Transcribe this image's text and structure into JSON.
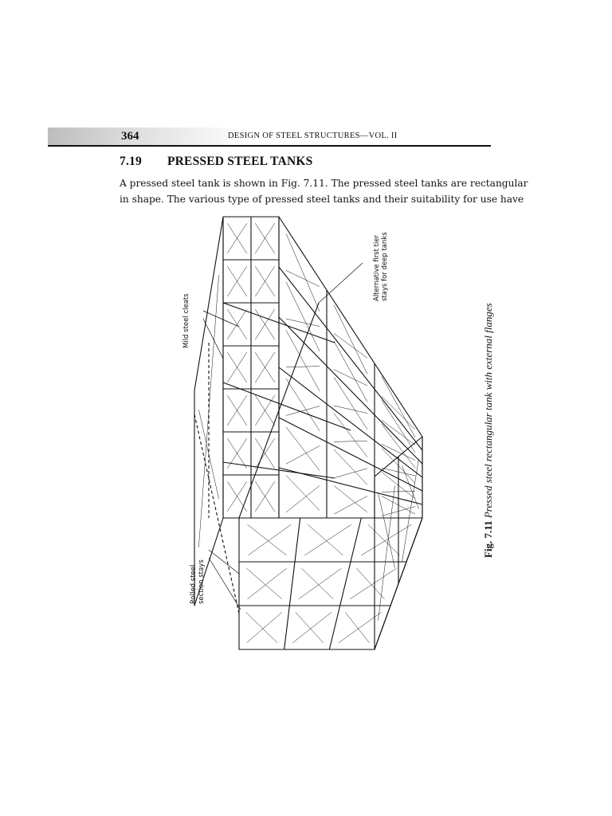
{
  "header": {
    "page_number": "364",
    "running_head": "DESIGN OF STEEL STRUCTURES—VOL. II"
  },
  "section": {
    "number": "7.19",
    "title": "PRESSED STEEL TANKS"
  },
  "body_lines": [
    "A pressed steel tank is shown in Fig. 7.11. The pressed steel tanks are rectangular",
    "in shape. The various type of pressed steel tanks and their suitability for use have"
  ],
  "figure": {
    "label": "Fig. 7.11",
    "caption": "Pressed steel rectangular tank with external flanges",
    "annotations": {
      "mild_steel_cleats": "Mild steel cleats",
      "alt_stays_line1": "Alternative first tier",
      "alt_stays_line2": "stays for deep tanks",
      "rolled_stays_line1": "Rolled steel",
      "rolled_stays_line2": "section stays"
    }
  }
}
